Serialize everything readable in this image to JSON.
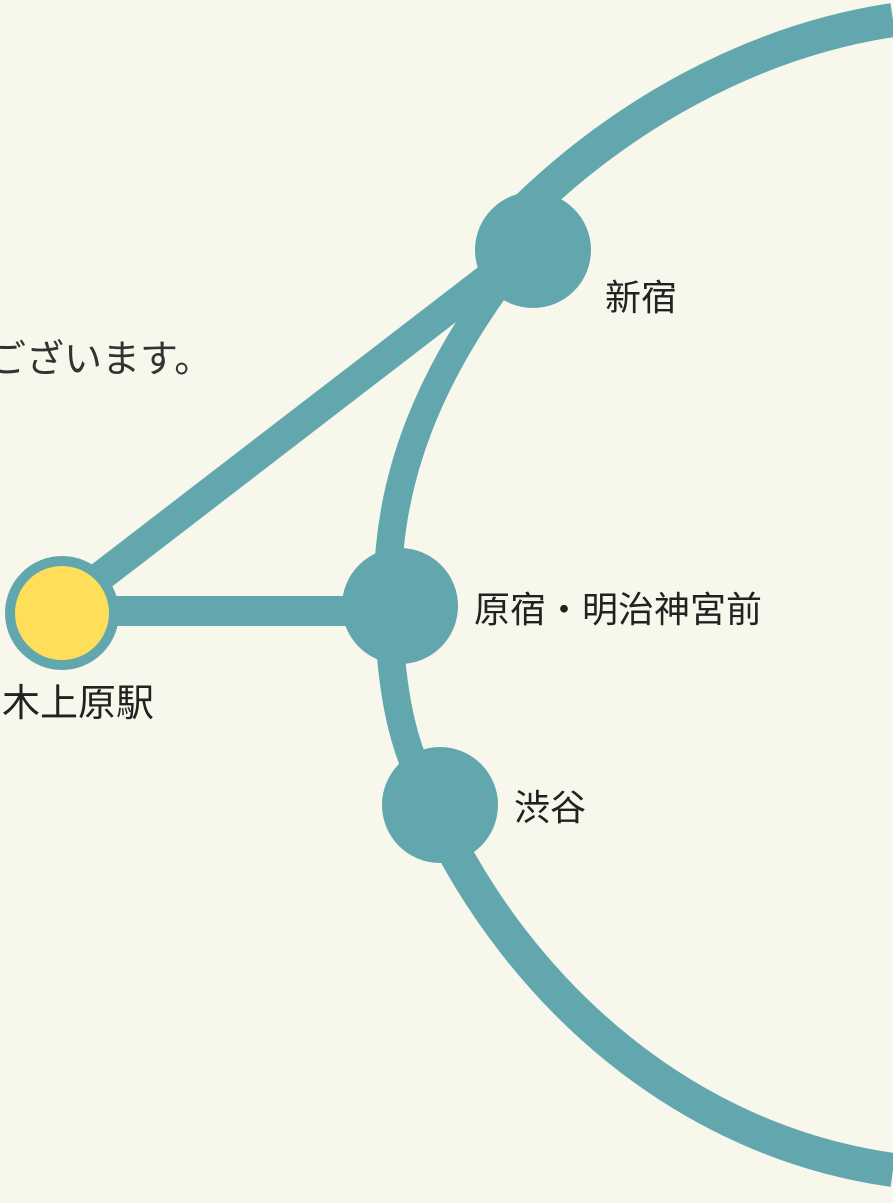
{
  "colors": {
    "background": "#f7f7eb",
    "line": "#63a7ae",
    "station_fill": "#63a7ae",
    "origin_fill": "#ffdf5a",
    "origin_ring": "#63a7ae",
    "text": "#222222"
  },
  "intro": {
    "text": "ございます。"
  },
  "stations": {
    "shinjuku": {
      "name": "新宿"
    },
    "harajuku": {
      "name": "原宿・明治神宮前"
    },
    "shibuya": {
      "name": "渋谷"
    },
    "origin": {
      "name": "木上原駅"
    }
  }
}
